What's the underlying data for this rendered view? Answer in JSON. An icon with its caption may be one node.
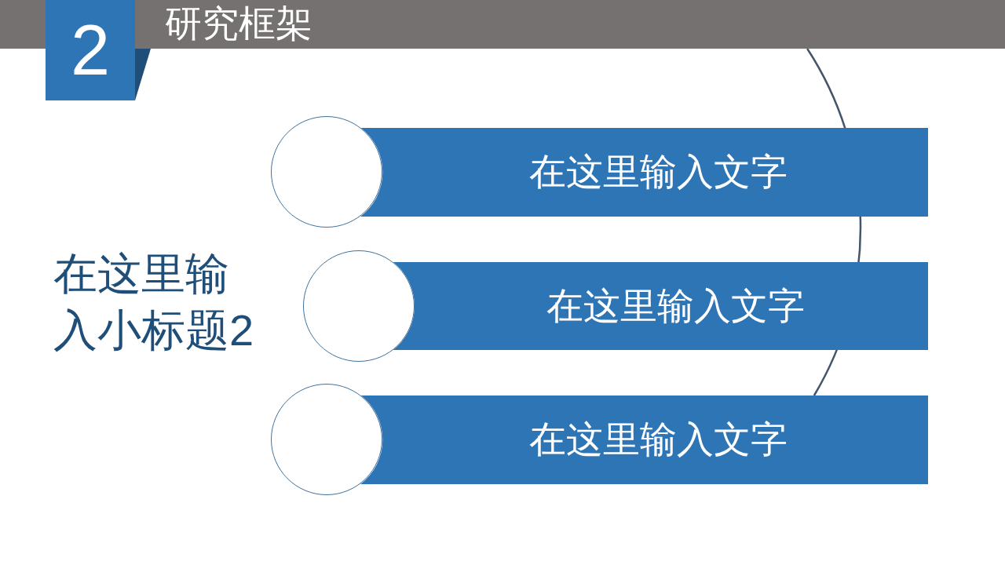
{
  "diagram": {
    "title": "研究框架",
    "nodes": [
      {
        "text": [
          "2"
        ]
      },
      {
        "text": [],
        "shape": "circle"
      },
      {
        "text": [
          "在这里输入文字"
        ]
      },
      {
        "text": [],
        "shape": "circle"
      },
      {
        "text": [
          "在这里输入文字"
        ]
      },
      {
        "text": [],
        "shape": "circle"
      },
      {
        "text": [
          "在这里输入文字"
        ]
      }
    ],
    "labels": [
      "在这里输入小标题2"
    ]
  }
}
